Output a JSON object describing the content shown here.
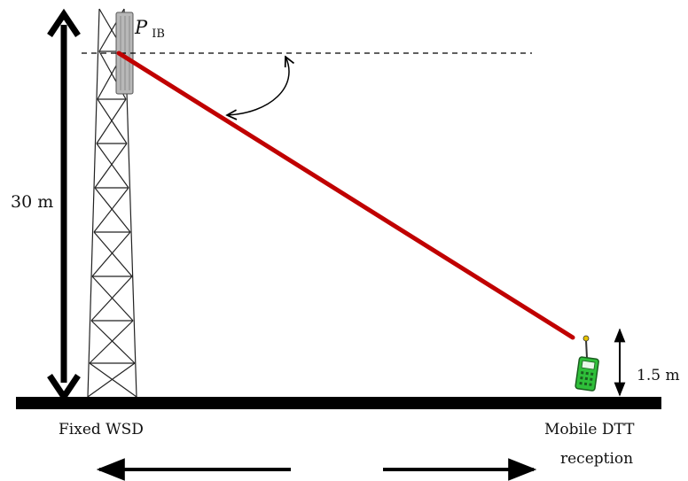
{
  "labels": {
    "tower_height": "30 m",
    "receiver_height": "1.5 m",
    "transmitter": "Fixed WSD",
    "receiver_line1": "Mobile DTT",
    "receiver_line2": "reception",
    "power_symbol": "P",
    "power_subscript": "IB"
  },
  "colors": {
    "ground": "#000000",
    "link": "#c00000",
    "antenna": "#b8b8b8",
    "phone": "#2fbf3a",
    "tower": "#222222"
  },
  "icons": {
    "receiver": "mobile-phone-icon",
    "antenna": "panel-antenna-icon"
  }
}
